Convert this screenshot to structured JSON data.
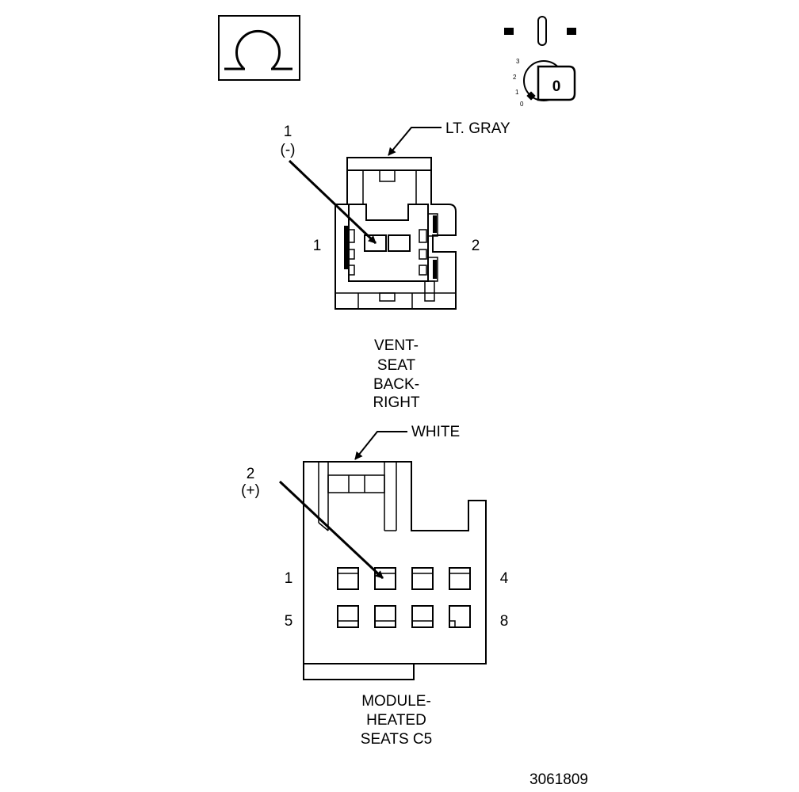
{
  "symbols": {
    "ohm_glyph": "Ω",
    "ignition_positions": [
      "3",
      "2",
      "1",
      "0"
    ],
    "ignition_key_label": "0"
  },
  "connector_top": {
    "color_label": "LT. GRAY",
    "pin_callout_number": "1",
    "pin_callout_polarity": "(-)",
    "side_label_left": "1",
    "side_label_right": "2",
    "name_lines": [
      "VENT-",
      "SEAT",
      "BACK-",
      "RIGHT"
    ]
  },
  "connector_bottom": {
    "color_label": "WHITE",
    "pin_callout_number": "2",
    "pin_callout_polarity": "(+)",
    "row1_left": "1",
    "row1_right": "4",
    "row2_left": "5",
    "row2_right": "8",
    "name_lines": [
      "MODULE-",
      "HEATED",
      "SEATS C5"
    ]
  },
  "figure_id": "3061809"
}
